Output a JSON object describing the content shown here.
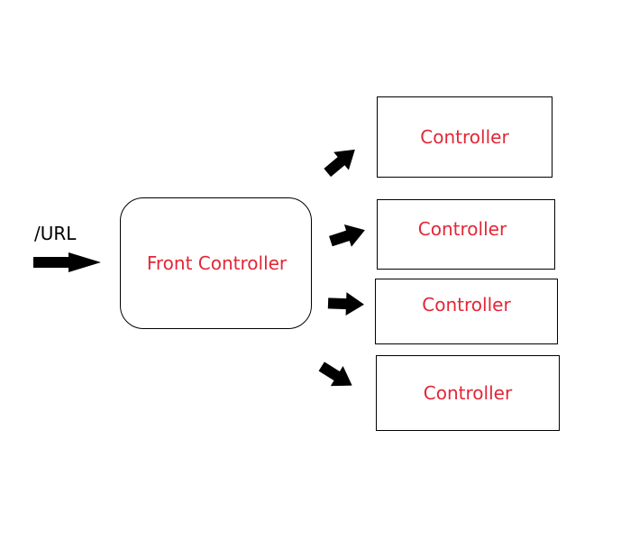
{
  "input": {
    "label": "/URL"
  },
  "front_controller": {
    "label": "Front Controller"
  },
  "controllers": [
    {
      "label": "Controller"
    },
    {
      "label": "Controller"
    },
    {
      "label": "Controller"
    },
    {
      "label": "Controller"
    }
  ],
  "colors": {
    "label_text": "#e32636",
    "stroke": "#000000",
    "arrow_fill": "#000000"
  }
}
